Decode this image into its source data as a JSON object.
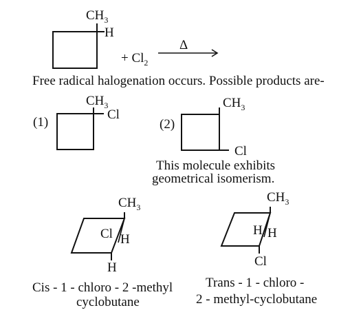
{
  "reaction": {
    "reactant_ch3": "CH",
    "reactant_ch3_sub": "3",
    "reactant_h": "H",
    "plus_cl2": "+ Cl",
    "plus_cl2_sub": "2",
    "delta": "Δ"
  },
  "statement": "Free radical halogenation occurs. Possible products are-",
  "product1": {
    "number": "(1)",
    "ch3": "CH",
    "ch3_sub": "3",
    "cl": "Cl"
  },
  "product2": {
    "number": "(2)",
    "ch3": "CH",
    "ch3_sub": "3",
    "cl": "Cl",
    "note_line1": "This molecule exhibits",
    "note_line2": "geometrical isomerism."
  },
  "cis_isomer": {
    "ch3": "CH",
    "ch3_sub": "3",
    "cl": "Cl",
    "h_right": "H",
    "h_bottom": "H",
    "name_line1": "Cis - 1 - chloro - 2 -methyl",
    "name_line2": "cyclobutane"
  },
  "trans_isomer": {
    "ch3": "CH",
    "ch3_sub": "3",
    "h_left": "H",
    "h_right": "H",
    "cl": "Cl",
    "name_line1": "Trans - 1 - chloro -",
    "name_line2": "2 - methyl-cyclobutane"
  }
}
